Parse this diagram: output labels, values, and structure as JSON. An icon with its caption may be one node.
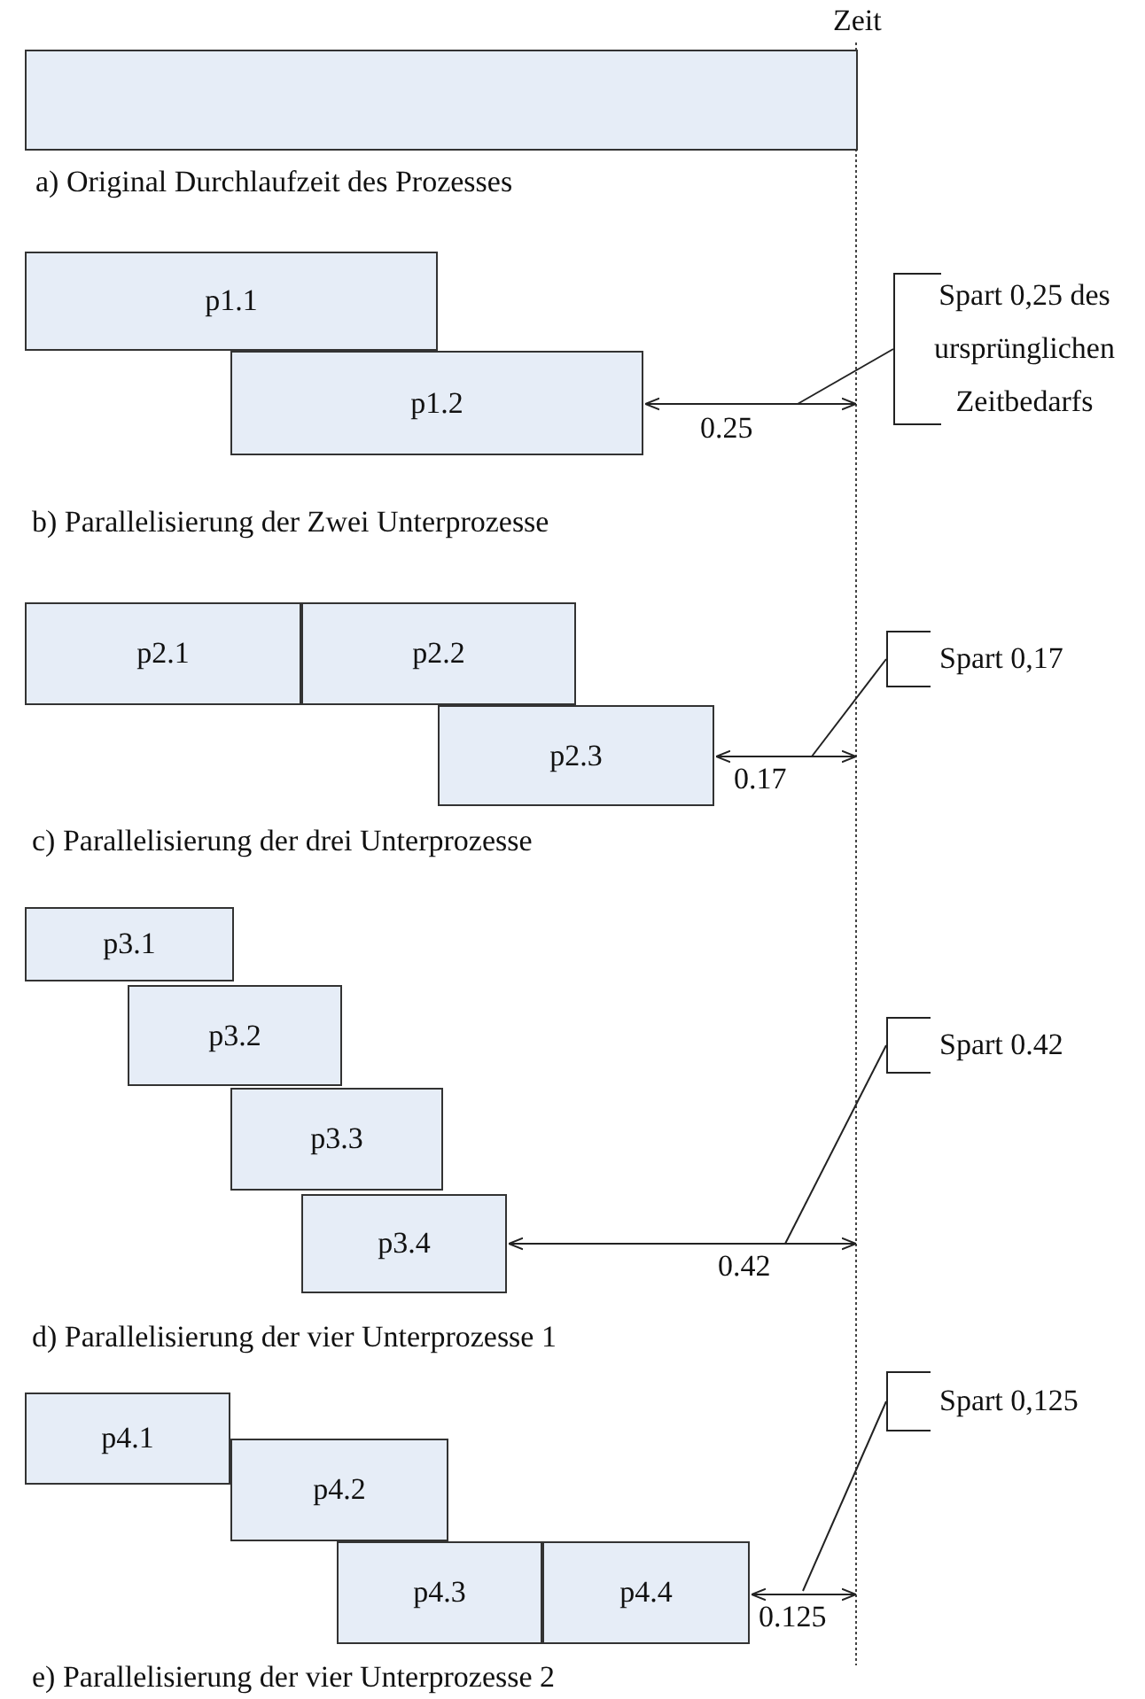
{
  "diagram": {
    "nodes": [
      {
        "text": [],
        "shape": "box"
      },
      {
        "text": [
          "p1.1"
        ]
      },
      {
        "text": [
          "Spart 0,25 des ursprünglichen Zeitbedarfs"
        ]
      },
      {
        "text": [
          "p1.2"
        ]
      },
      {
        "text": [
          "p2.1"
        ]
      },
      {
        "text": [
          "p2.2"
        ]
      },
      {
        "text": [
          "Spart 0,17"
        ]
      },
      {
        "text": [
          "p2.3"
        ]
      },
      {
        "text": [
          "p3.1"
        ]
      },
      {
        "text": [
          "p3.2"
        ]
      },
      {
        "text": [
          "Spart 0.42"
        ]
      },
      {
        "text": [
          "p3.3"
        ]
      },
      {
        "text": [
          "p3.4"
        ]
      },
      {
        "text": [
          "Spart 0,125"
        ]
      },
      {
        "text": [
          "p4.1"
        ]
      },
      {
        "text": [
          "p4.2"
        ]
      },
      {
        "text": [
          "p4.3"
        ]
      },
      {
        "text": [
          "p4.4"
        ]
      }
    ],
    "edges": [
      {
        "from": 2,
        "to": null,
        "arrow": "none"
      },
      {
        "from": 6,
        "to": null,
        "arrow": "none"
      },
      {
        "from": 10,
        "to": null,
        "arrow": "none"
      },
      {
        "from": 13,
        "to": null,
        "arrow": "none"
      }
    ],
    "labels": [
      "Zeit",
      "a) Original Durchlaufzeit des Prozesses",
      "0.25",
      "b) Parallelisierung der Zwei Unterprozesse",
      "0.17",
      "c) Parallelisierung der drei Unterprozesse",
      "0.42",
      "d) Parallelisierung der vier Unterprozesse 1",
      "0.125",
      "e) Parallelisierung der vier Unterprozesse 2"
    ]
  }
}
